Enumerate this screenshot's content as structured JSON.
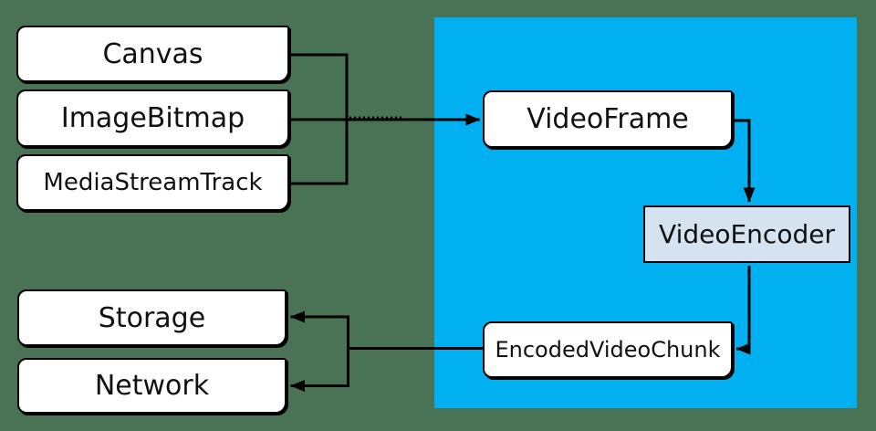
{
  "nodes": {
    "canvas": {
      "label": "Canvas"
    },
    "image_bitmap": {
      "label": "ImageBitmap"
    },
    "media_stream_track": {
      "label": "MediaStreamTrack"
    },
    "video_frame": {
      "label": "VideoFrame"
    },
    "video_encoder": {
      "label": "VideoEncoder"
    },
    "encoded_video_chunk": {
      "label": "EncodedVideoChunk"
    },
    "storage": {
      "label": "Storage"
    },
    "network": {
      "label": "Network"
    }
  },
  "edges": [
    {
      "from": "Canvas",
      "to": "VideoFrame",
      "style": "merged-arrow"
    },
    {
      "from": "ImageBitmap",
      "to": "VideoFrame",
      "style": "merged-arrow"
    },
    {
      "from": "MediaStreamTrack",
      "to": "VideoFrame",
      "style": "merged-arrow"
    },
    {
      "from": "VideoFrame",
      "to": "VideoEncoder",
      "style": "arrow"
    },
    {
      "from": "VideoEncoder",
      "to": "EncodedVideoChunk",
      "style": "arrow"
    },
    {
      "from": "EncodedVideoChunk",
      "to": "Storage",
      "style": "forked-arrow"
    },
    {
      "from": "EncodedVideoChunk",
      "to": "Network",
      "style": "forked-arrow"
    }
  ],
  "colors": {
    "background": "#4A7355",
    "webcodecs_region": "#00B0F0",
    "node_fill": "#FFFFFF",
    "encoder_fill": "#D5E3F0",
    "line": "#000000",
    "text": "#111111"
  }
}
